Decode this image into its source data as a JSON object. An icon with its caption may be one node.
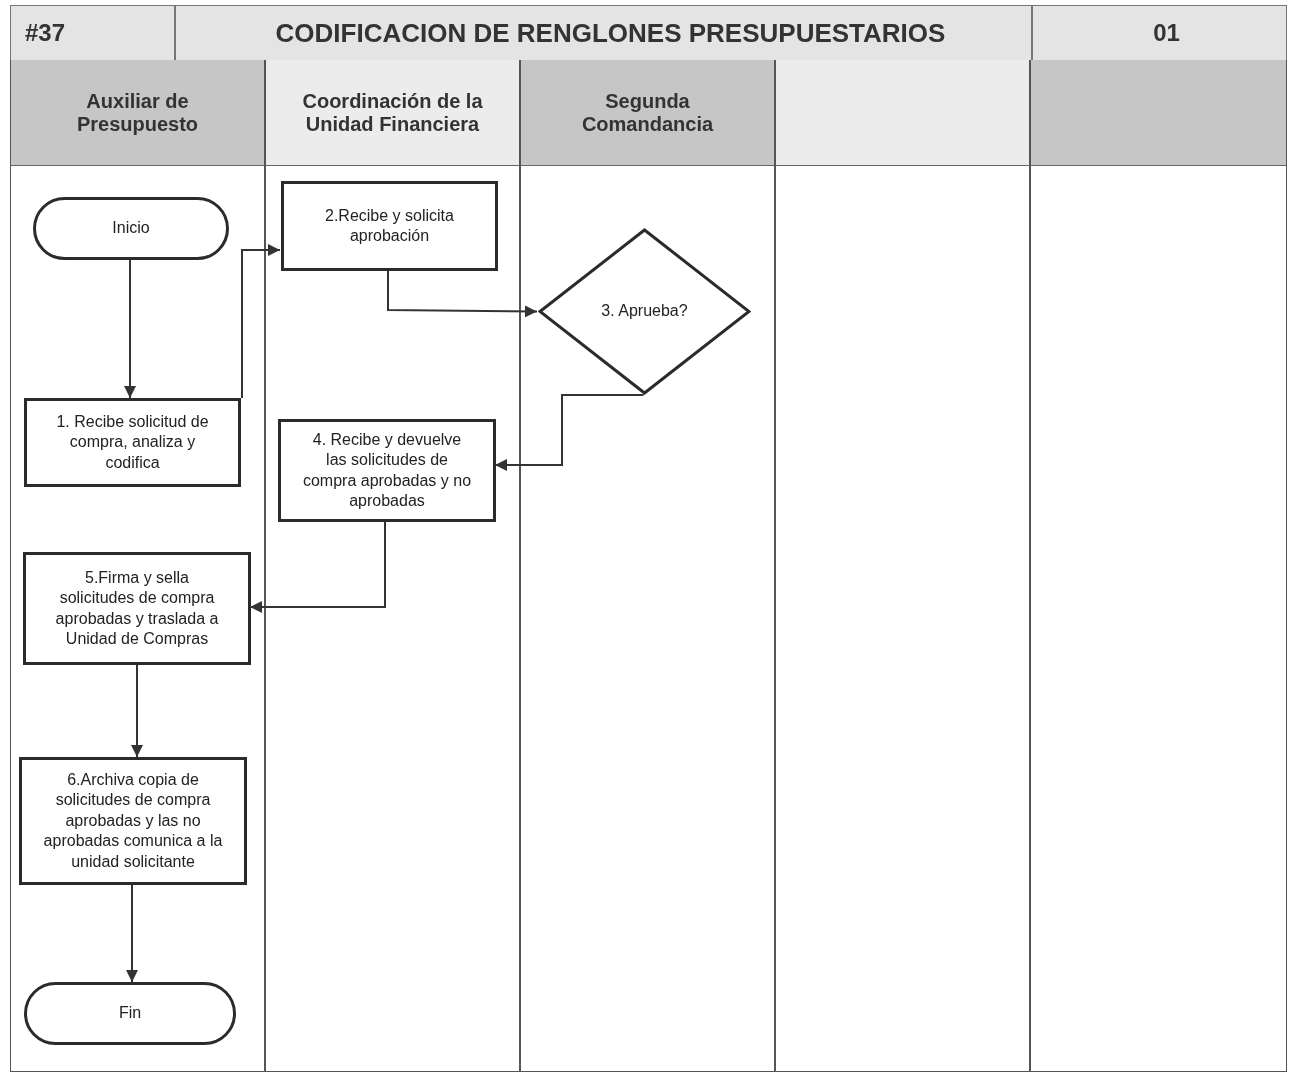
{
  "diagram": {
    "title": "CODIFICACION DE RENGLONES PRESUPUESTARIOS",
    "nodes": [
      {
        "text": [
          "Auxiliar de Presupuesto"
        ]
      },
      {
        "text": [
          "Coordinación de la Unidad Financiera"
        ]
      },
      {
        "text": [
          "Segunda Comandancia"
        ]
      },
      {
        "text": [],
        "shape": "band"
      },
      {
        "text": [],
        "shape": "band"
      },
      {
        "text": [
          "Inicio"
        ],
        "in": 0
      },
      {
        "text": [
          "2.Recibe y solicita aprobación"
        ],
        "in": 1
      },
      {
        "text": [
          "3. Aprueba?"
        ],
        "in": 2
      },
      {
        "text": [
          "1. Recibe solicitud de compra, analiza y codifica"
        ],
        "in": 0
      },
      {
        "text": [
          "4. Recibe y devuelve las solicitudes de compra aprobadas y no aprobadas"
        ],
        "in": 1
      },
      {
        "text": [
          "5.Firma y sella solicitudes de compra aprobadas y traslada a Unidad de Compras"
        ],
        "in": 0
      },
      {
        "text": [
          "6.Archiva copia de solicitudes de compra aprobadas y las no aprobadas comunica a la unidad solicitante"
        ],
        "in": 0
      },
      {
        "text": [
          "Fin"
        ],
        "in": 0
      }
    ],
    "edges": [
      {
        "from": 5,
        "to": 8,
        "arrow": "to"
      },
      {
        "from": 8,
        "to": 6,
        "arrow": "to"
      },
      {
        "from": 6,
        "to": 7,
        "arrow": "to"
      },
      {
        "from": 7,
        "to": 9,
        "arrow": "to"
      },
      {
        "from": 9,
        "to": 10,
        "arrow": "to"
      },
      {
        "from": 10,
        "to": 11,
        "arrow": "to"
      },
      {
        "from": 11,
        "to": 12,
        "arrow": "to"
      }
    ],
    "labels": [
      "#37",
      "01"
    ]
  }
}
